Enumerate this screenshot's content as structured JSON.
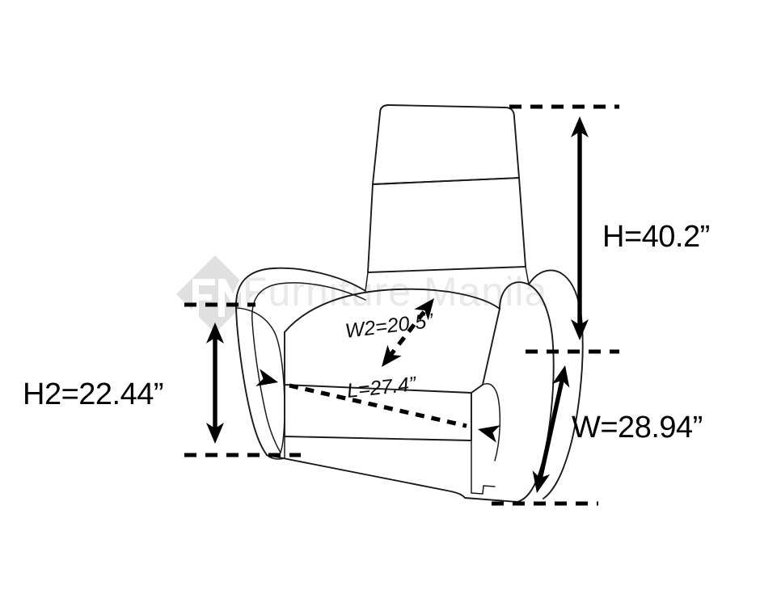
{
  "page": {
    "kind": "product-dimension-diagram",
    "subject": "recliner-armchair",
    "background_color": "#ffffff",
    "line_color": "#1a1a1a"
  },
  "watermark": {
    "text": "Furniture Manila",
    "logo_letters": "FM",
    "color": "#e9e9e9",
    "logo_color": "#e0e0e0"
  },
  "dimensions": {
    "height_overall": {
      "label": "H=40.2”",
      "symbol": "H",
      "value": 40.2,
      "unit": "inch",
      "style": "solid-double-arrow",
      "orientation": "vertical",
      "position": "right-upper"
    },
    "height_seat": {
      "label": "H2=22.44”",
      "symbol": "H2",
      "value": 22.44,
      "unit": "inch",
      "style": "solid-double-arrow",
      "orientation": "vertical",
      "position": "left"
    },
    "width_overall": {
      "label": "W=28.94”",
      "symbol": "W",
      "value": 28.94,
      "unit": "inch",
      "style": "solid-double-arrow",
      "orientation": "diagonal",
      "position": "right-lower"
    },
    "width_seat": {
      "label": "W2=20.5”",
      "symbol": "W2",
      "value": 20.5,
      "unit": "inch",
      "style": "dashed-double-arrow",
      "orientation": "diagonal",
      "position": "seat-inner"
    },
    "length_overall": {
      "label": "L=27.4”",
      "symbol": "L",
      "value": 27.4,
      "unit": "inch",
      "style": "dashed-double-arrow",
      "orientation": "horizontal",
      "position": "seat-front"
    }
  }
}
